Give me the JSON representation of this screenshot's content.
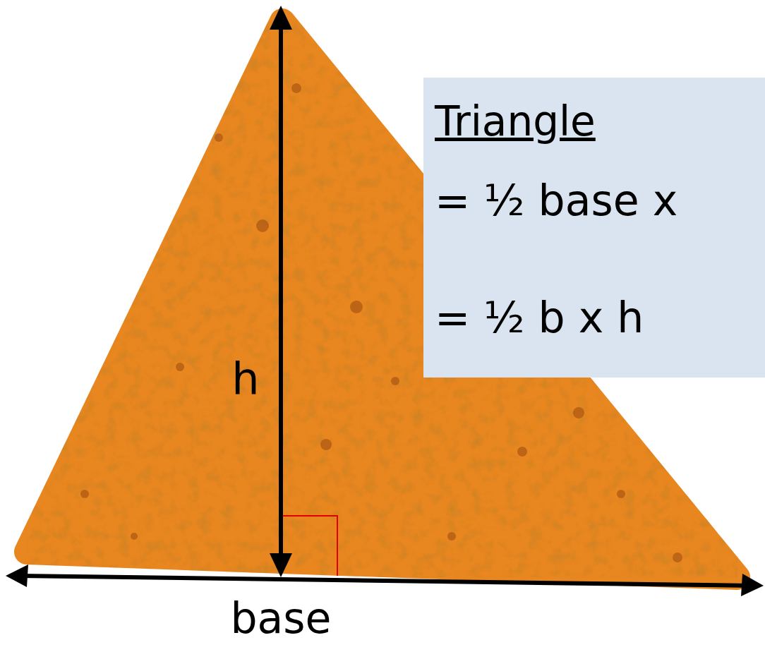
{
  "diagram": {
    "nodes": [
      {
        "text": [
          "Triangle",
          "= ½ base x",
          "= ½ b x h"
        ]
      }
    ],
    "labels": [
      "h",
      "base"
    ]
  }
}
